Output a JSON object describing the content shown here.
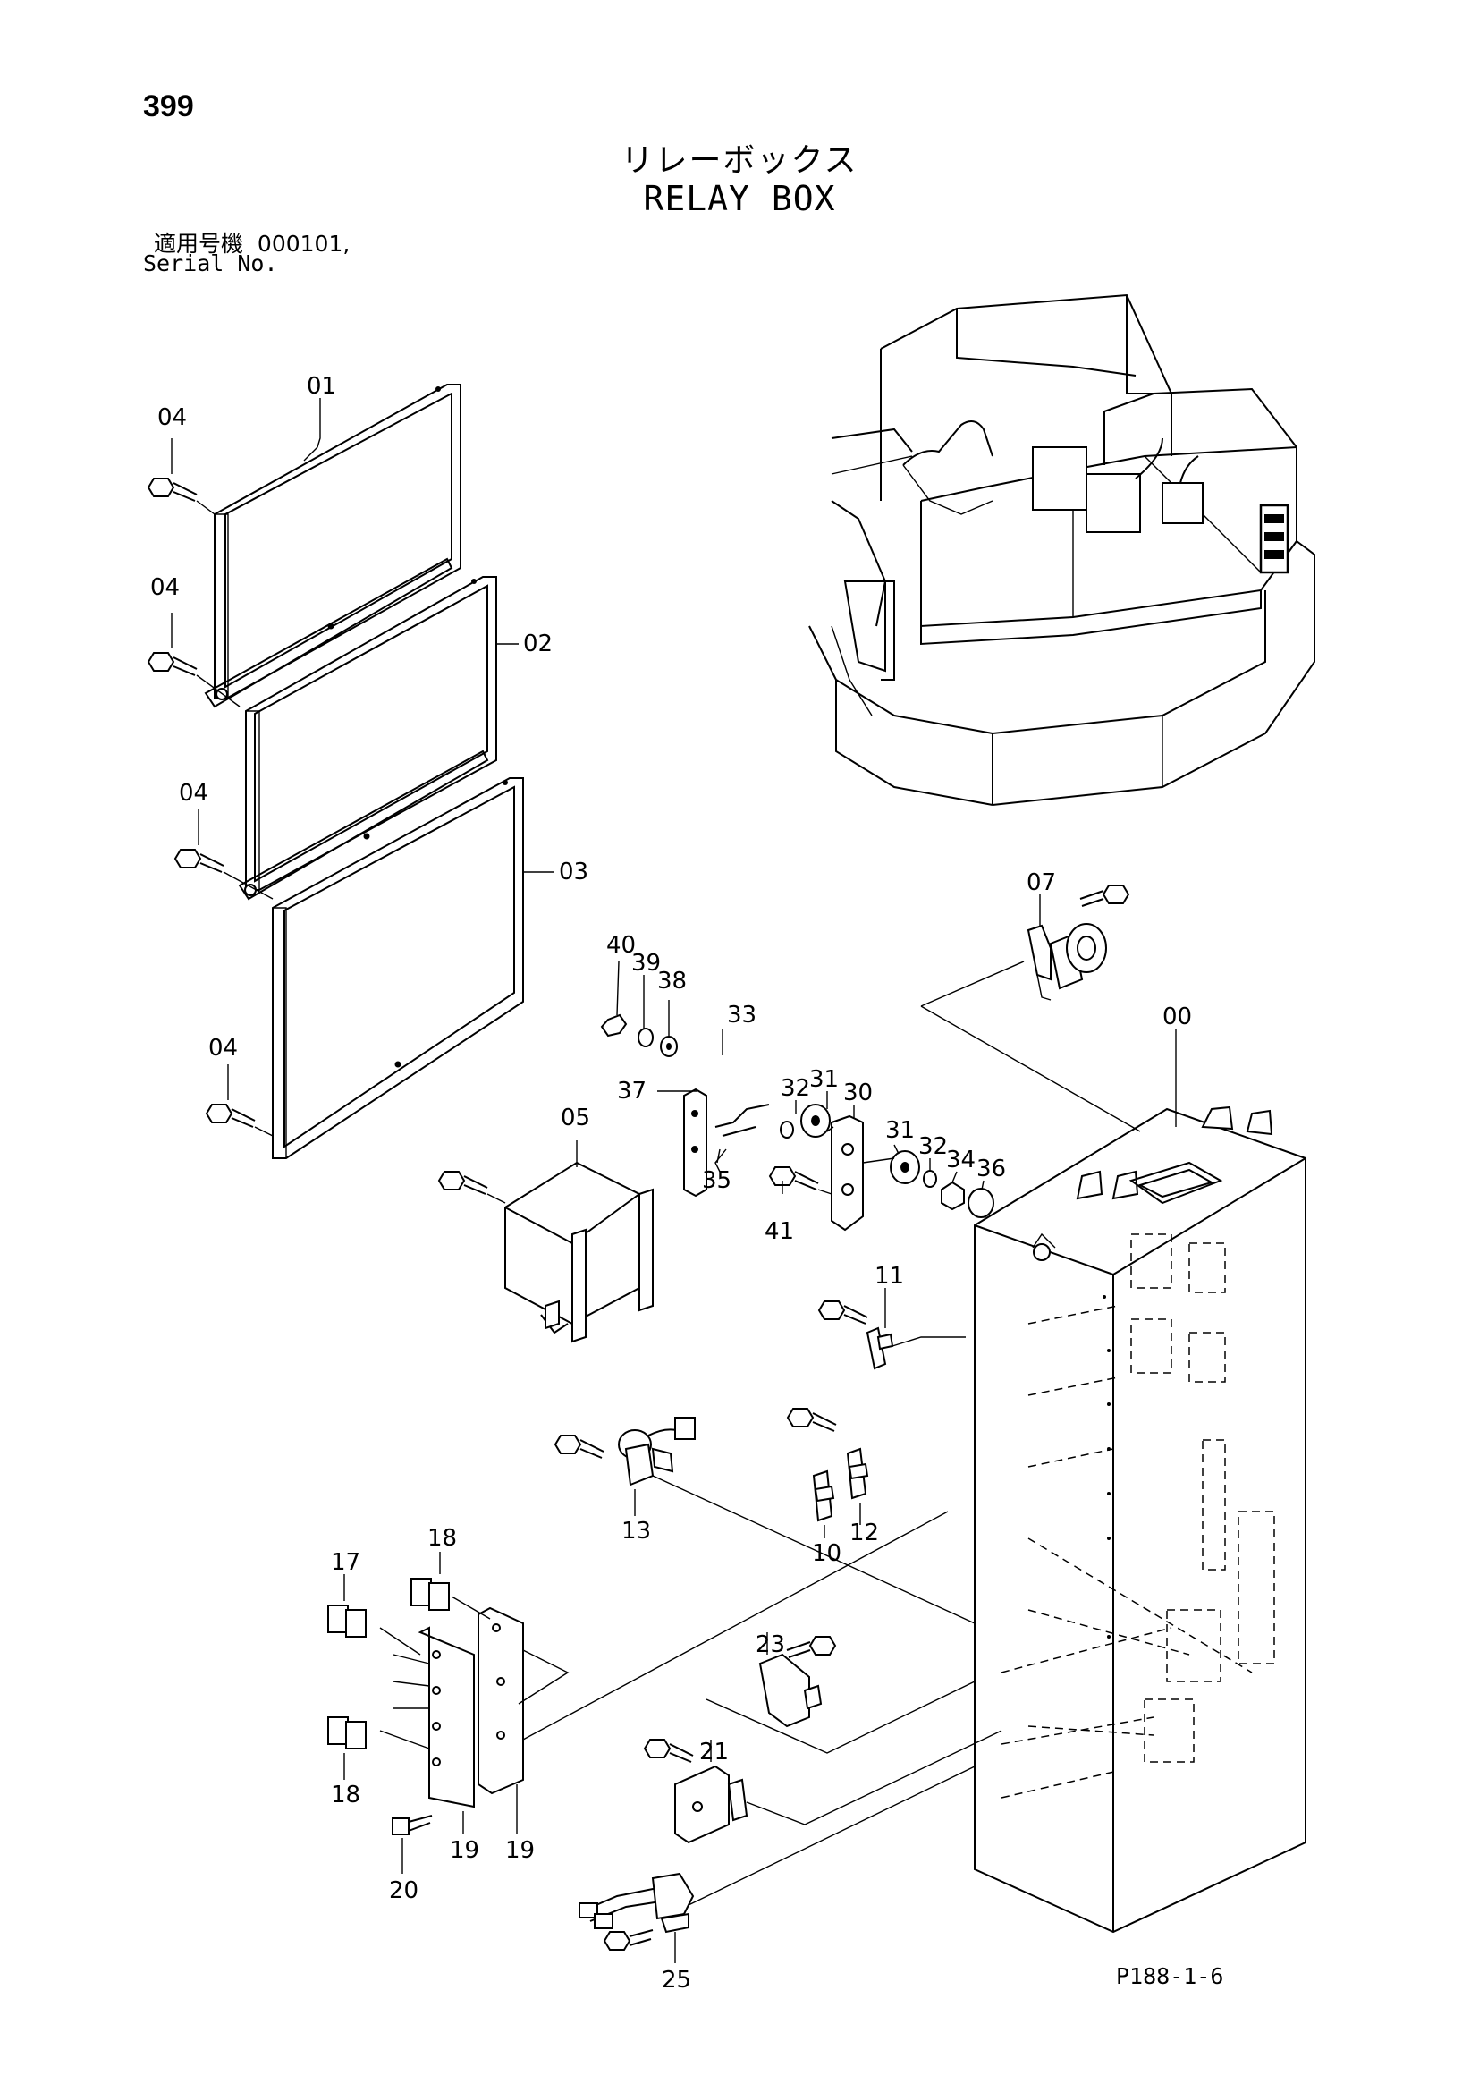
{
  "page_number": "399",
  "title": {
    "jp": "リレーボックス",
    "en": "RELAY BOX"
  },
  "serial": {
    "jp_label": "適用号機",
    "value": "000101,",
    "en_label": "Serial No."
  },
  "page_ref": "P188-1-6",
  "callouts": {
    "c00": "00",
    "c01": "01",
    "c02": "02",
    "c03": "03",
    "c04a": "04",
    "c04b": "04",
    "c04c": "04",
    "c04d": "04",
    "c05": "05",
    "c07": "07",
    "c10": "10",
    "c11": "11",
    "c12": "12",
    "c13": "13",
    "c17": "17",
    "c18a": "18",
    "c18b": "18",
    "c19a": "19",
    "c19b": "19",
    "c20": "20",
    "c21": "21",
    "c23": "23",
    "c25": "25",
    "c30": "30",
    "c31a": "31",
    "c31b": "31",
    "c32a": "32",
    "c32b": "32",
    "c33": "33",
    "c34": "34",
    "c35": "35",
    "c36": "36",
    "c37": "37",
    "c38": "38",
    "c39": "39",
    "c40": "40",
    "c41": "41"
  }
}
